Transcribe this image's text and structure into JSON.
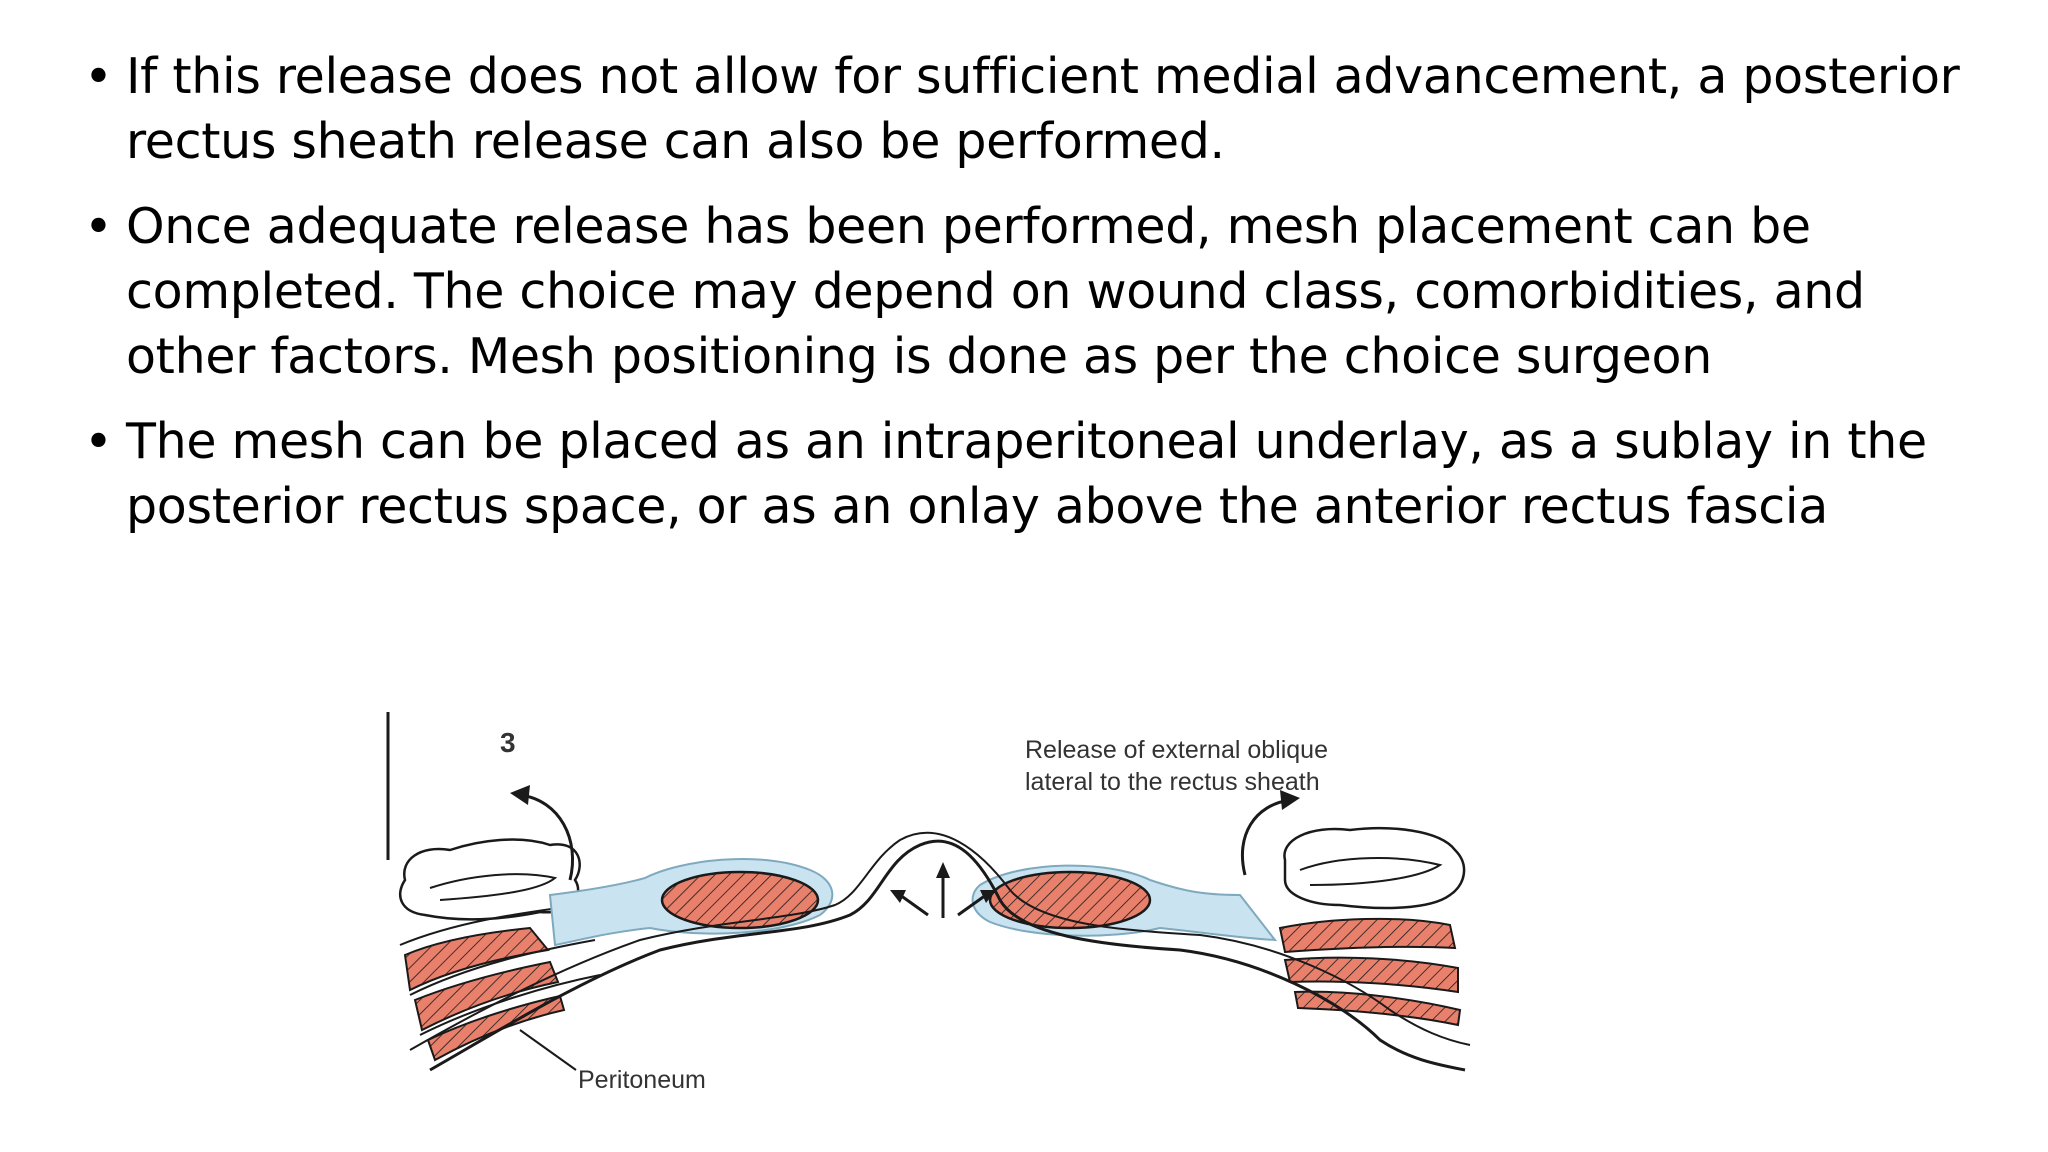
{
  "bullets": [
    {
      "symbol": "•",
      "text": "If this release does not allow for sufficient medial advancement, a posterior rectus sheath release can also be performed."
    },
    {
      "symbol": "•",
      "text": "Once adequate release has been performed, mesh placement can be completed. The choice may depend on wound class, comorbidities, and other factors. Mesh positioning is done as per the choice surgeon"
    },
    {
      "symbol": "•",
      "text": "The mesh can be placed as an intraperitoneal underlay, as a sublay in the posterior rectus space, or as an onlay above the anterior rectus fascia"
    }
  ],
  "figure": {
    "panel_number": "3",
    "label_release_line1": "Release of external oblique",
    "label_release_line2": "lateral to the rectus sheath",
    "label_peritoneum": "Peritoneum",
    "colors": {
      "muscle": "#e8806c",
      "sheath": "#c9e4f0",
      "sheath_stroke": "#7fa9bf",
      "outline": "#1a1a1a"
    }
  }
}
